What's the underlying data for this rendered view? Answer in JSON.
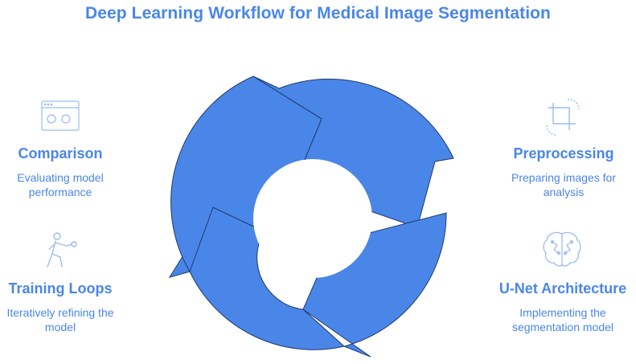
{
  "title": "Deep Learning Workflow for Medical Image Segmentation",
  "colors": {
    "accent": "#4a86e8",
    "ring_fill": "#4a86e8",
    "ring_stroke": "#1f3a6e",
    "icon_stroke": "#9bbcf0"
  },
  "steps": [
    {
      "heading": "Comparison",
      "desc_line1": "Evaluating model",
      "desc_line2": "performance",
      "icon": "browser-window-icon"
    },
    {
      "heading": "Preprocessing",
      "desc_line1": "Preparing images for",
      "desc_line2": "analysis",
      "icon": "crop-icon"
    },
    {
      "heading": "Training Loops",
      "desc_line1": "Iteratively refining the",
      "desc_line2": "model",
      "icon": "exercising-person-icon"
    },
    {
      "heading": "U-Net Architecture",
      "desc_line1": "Implementing the",
      "desc_line2": "segmentation model",
      "icon": "brain-icon"
    }
  ]
}
